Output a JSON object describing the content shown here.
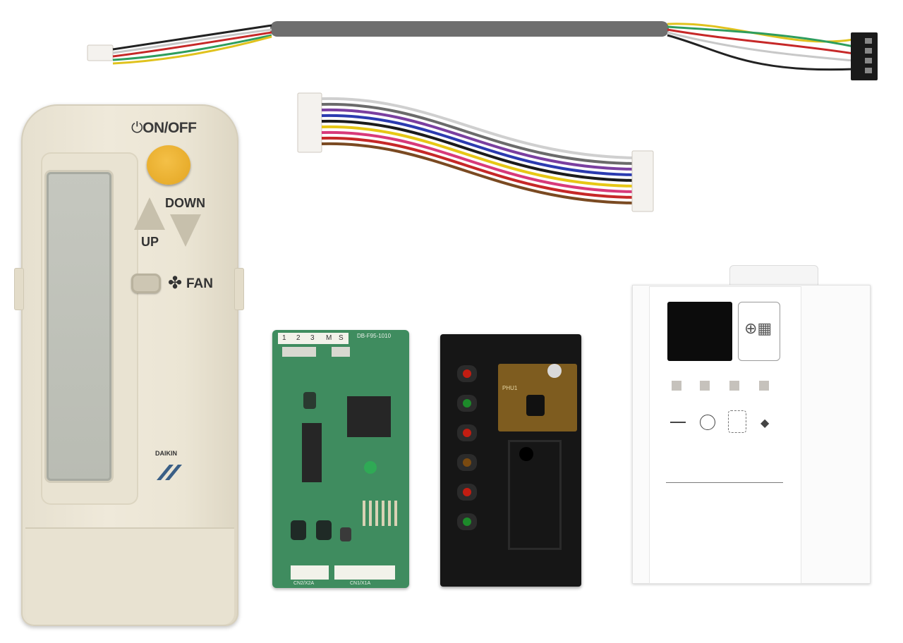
{
  "remote": {
    "on_off_label": "ON/OFF",
    "down_label": "DOWN",
    "up_label": "UP",
    "fan_label": "FAN",
    "brand": "DAIKIN",
    "power_icon": "power-icon",
    "fan_icon": "fan-icon"
  },
  "pcb": {
    "switch_labels": [
      "1",
      "2",
      "3",
      "M",
      "S"
    ],
    "board_code": "DB-F95-1010",
    "connector_1": "CN2/X2A",
    "connector_2": "CN1/X1A"
  },
  "sensor": {
    "board_label": "PHU1",
    "led_colors": [
      "#c21d12",
      "#1d8a2a",
      "#c21d12",
      "#7a4a10",
      "#c21d12",
      "#1d8a2a"
    ]
  },
  "receiver": {
    "button_icon": "plus-grid-icon"
  },
  "colors": {
    "remote_beige": "#ece6d6",
    "onoff_yellow": "#f0b43a",
    "pcb_green": "#3f8c5f",
    "sensor_black": "#161616",
    "cable_grey": "#6e6e6e"
  }
}
